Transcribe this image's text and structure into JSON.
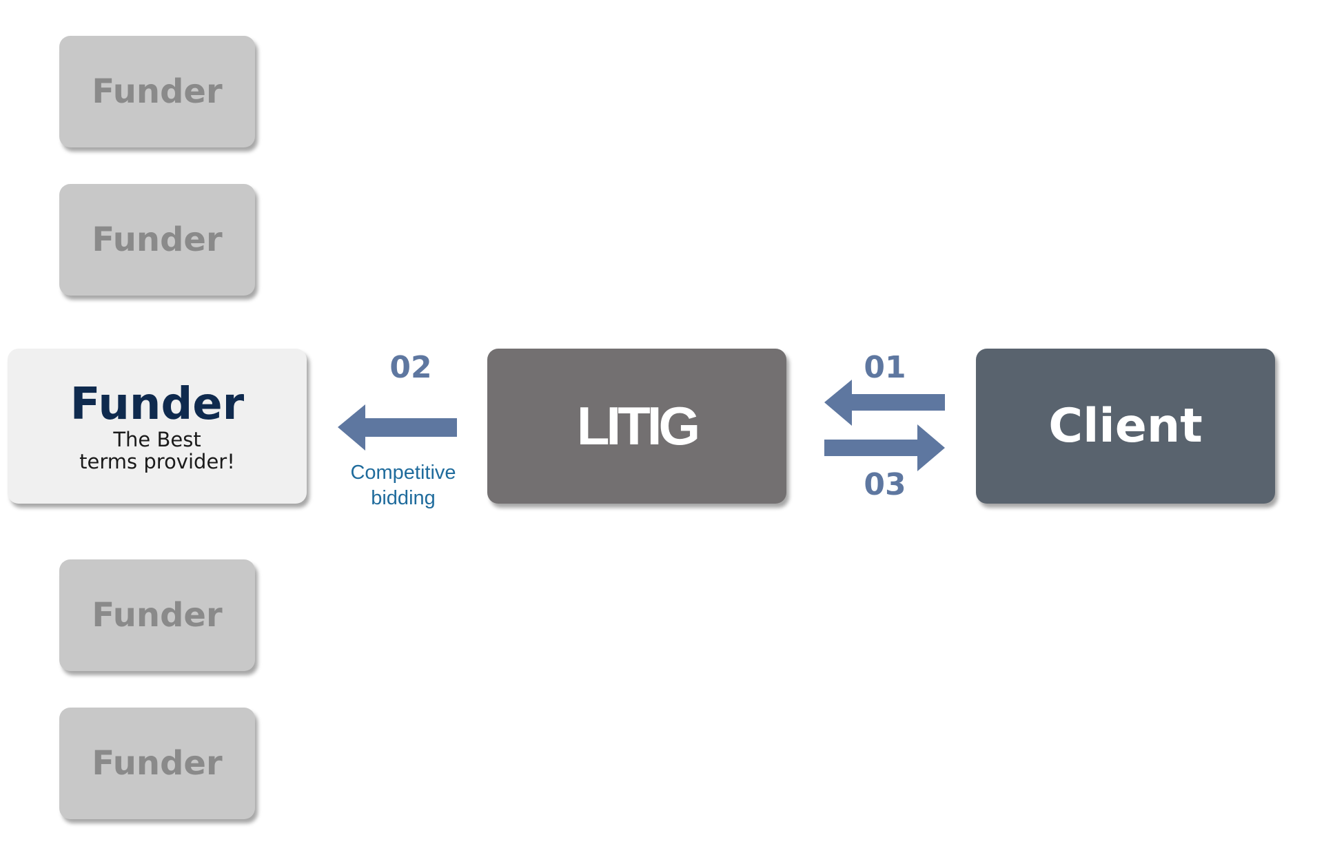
{
  "funders": [
    {
      "label": "Funder"
    },
    {
      "label": "Funder"
    },
    {
      "label": "Funder"
    },
    {
      "label": "Funder"
    }
  ],
  "selected_funder": {
    "title": "Funder",
    "subtitle_line1": "The Best",
    "subtitle_line2": "terms provider!"
  },
  "litig": {
    "label": "LITIG"
  },
  "client": {
    "label": "Client"
  },
  "steps": {
    "step1": "01",
    "step2": "02",
    "step3": "03"
  },
  "caption": {
    "line1": "Competitive",
    "line2": "bidding"
  },
  "colors": {
    "arrow": "#5e77a0",
    "funder_gray": "#c8c8c8",
    "funder_selected": "#f0f0f0",
    "litig": "#737071",
    "client": "#59636e",
    "funder_title": "#0f2a4e",
    "caption": "#1f6b9c"
  }
}
